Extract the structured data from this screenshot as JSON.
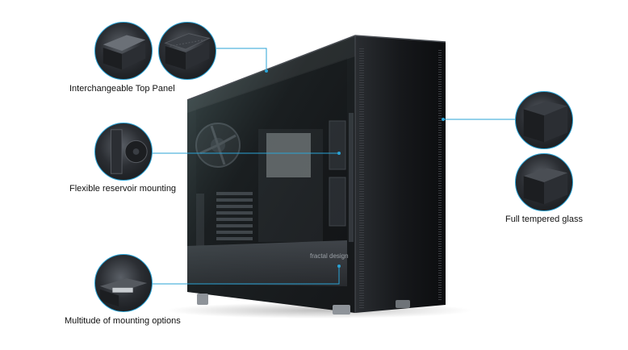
{
  "product": {
    "brand_mark": "fractal design"
  },
  "callouts": {
    "top_panel": "Interchangeable Top Panel",
    "reservoir": "Flexible reservoir mounting",
    "mounting": "Multitude of mounting options",
    "glass": "Full tempered glass"
  },
  "colors": {
    "accent_line": "#2aa3d6",
    "case_body": "#1c1e21"
  }
}
